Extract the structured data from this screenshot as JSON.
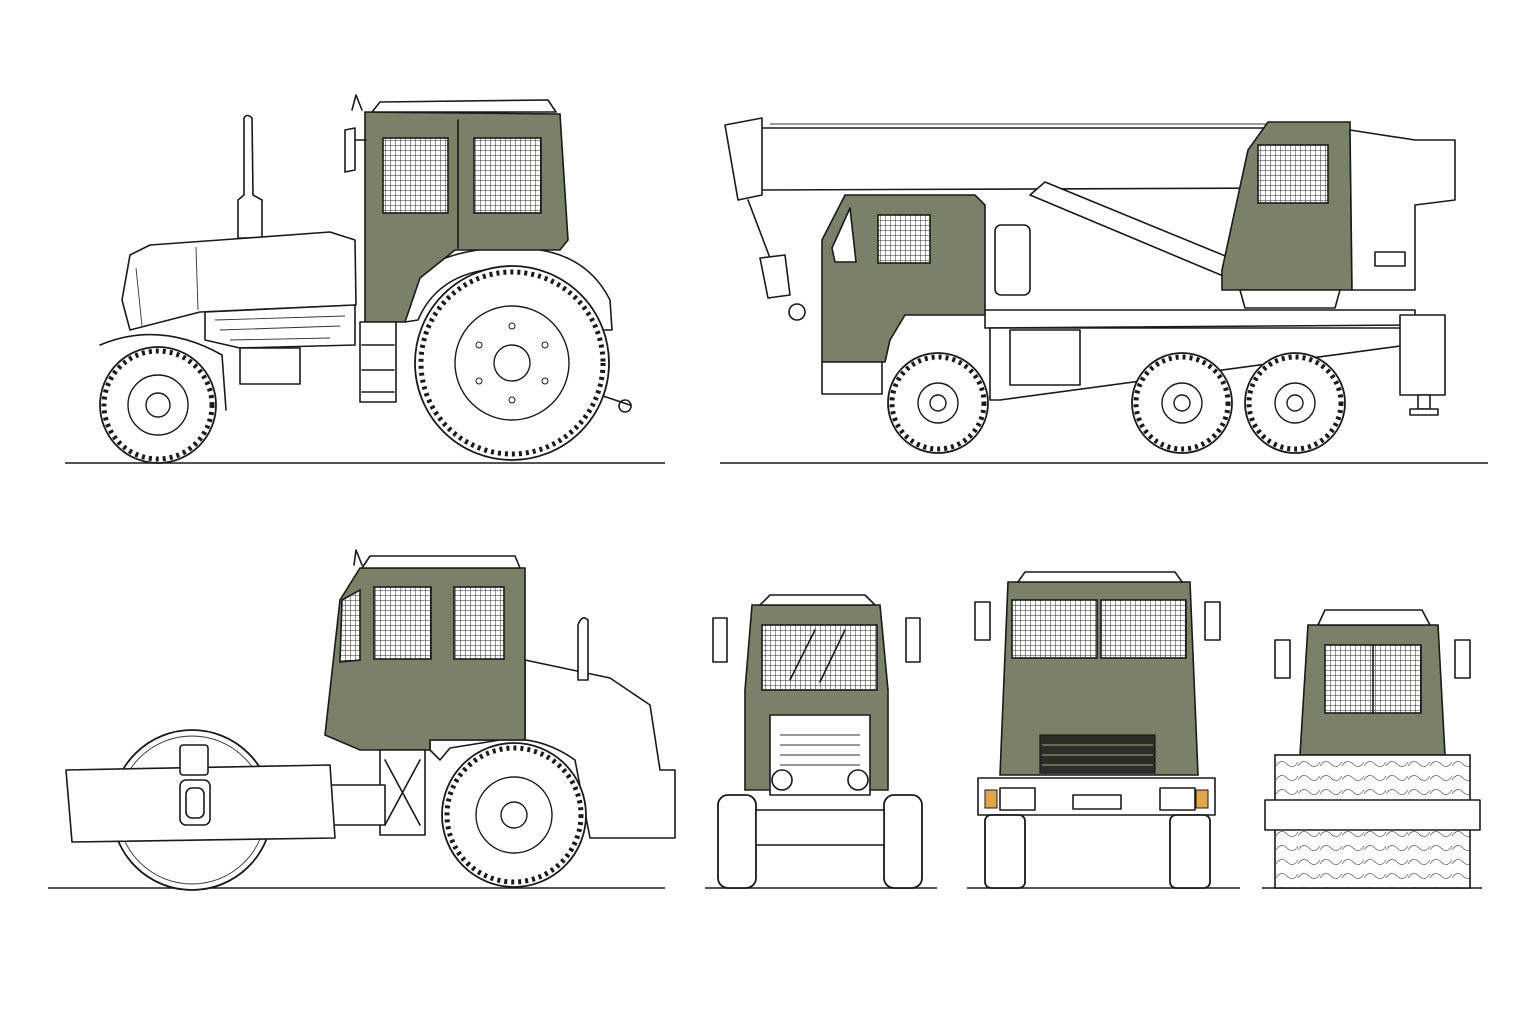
{
  "colors": {
    "cab_olive": "#7b8069",
    "mesh_dark": "#2b2d27",
    "line": "#1a1a1a",
    "background": "#ffffff",
    "amber_lamp": "#e2a64a"
  },
  "views": [
    {
      "name": "tractor-side-view"
    },
    {
      "name": "truck-crane-side-view"
    },
    {
      "name": "road-roller-side-view"
    },
    {
      "name": "tractor-front-view"
    },
    {
      "name": "truck-front-view"
    },
    {
      "name": "roller-front-view"
    }
  ]
}
